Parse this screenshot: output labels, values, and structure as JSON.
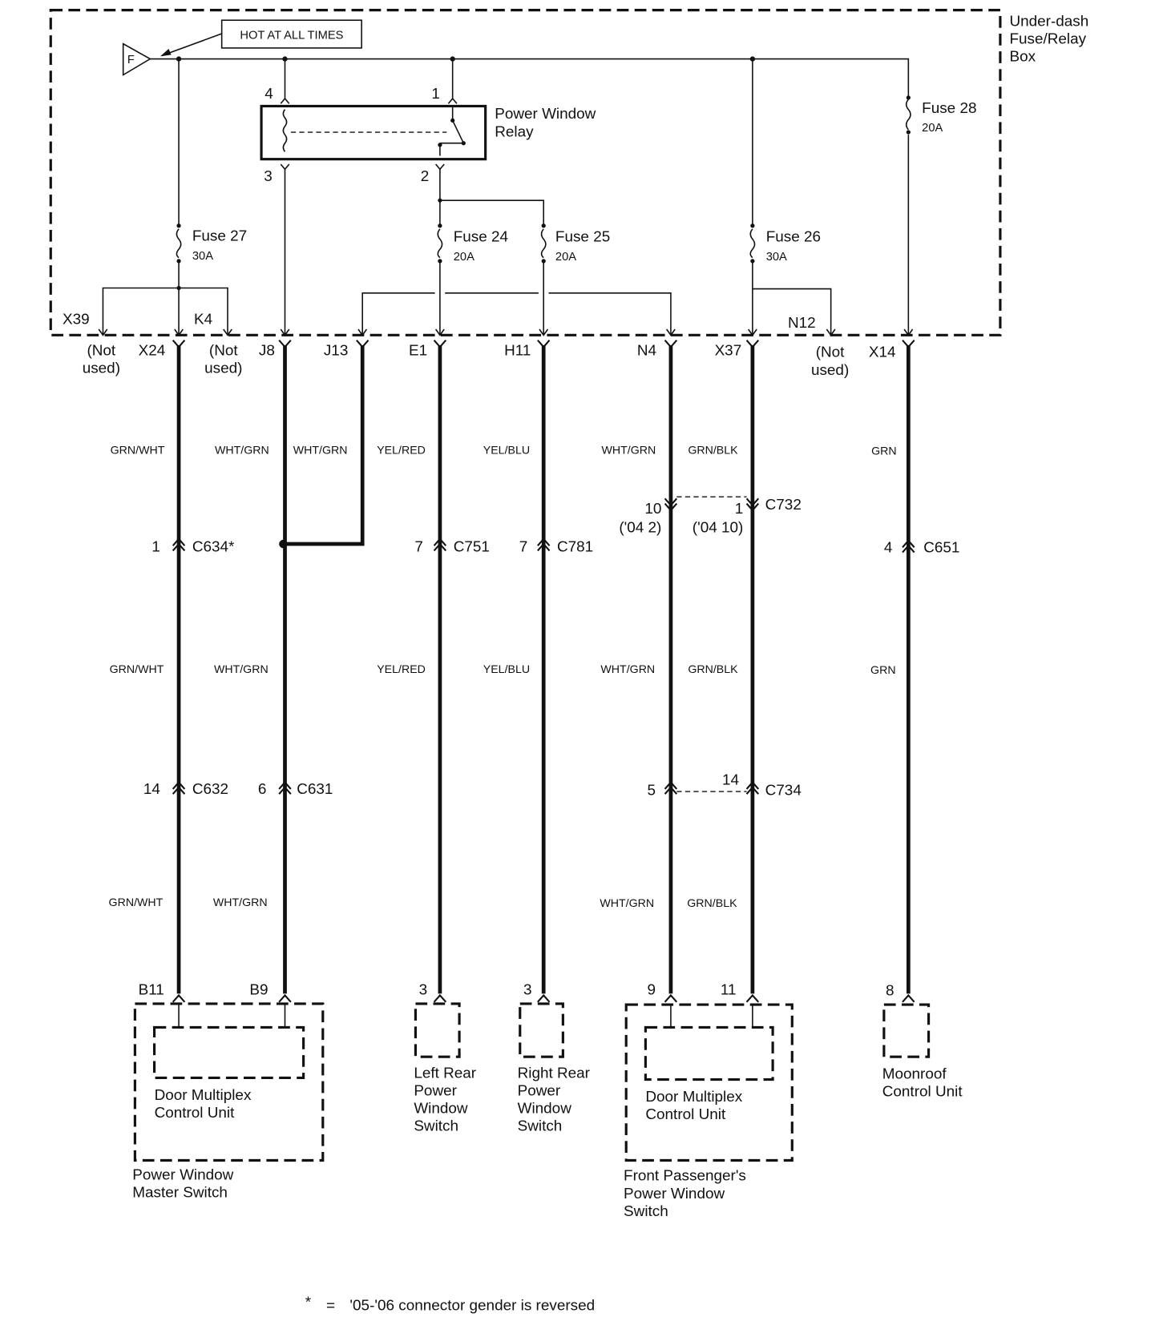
{
  "fuse_box": {
    "label": [
      "Under-dash",
      "Fuse/Relay",
      "Box"
    ],
    "hot_label": "HOT AT ALL TIMES",
    "source_symbol": "F",
    "relay": {
      "label": [
        "Power Window",
        "Relay"
      ],
      "pins": [
        "4",
        "1",
        "3",
        "2"
      ]
    },
    "fuses": [
      {
        "name": "Fuse 27",
        "rating": "30A"
      },
      {
        "name": "Fuse 24",
        "rating": "20A"
      },
      {
        "name": "Fuse 25",
        "rating": "20A"
      },
      {
        "name": "Fuse 26",
        "rating": "30A"
      },
      {
        "name": "Fuse 28",
        "rating": "20A"
      }
    ],
    "internal_terminals": [
      "X39",
      "K4",
      "N12"
    ],
    "not_used": [
      "(Not",
      "used)"
    ],
    "terminals": [
      "X24",
      "J8",
      "J13",
      "E1",
      "H11",
      "N4",
      "X37",
      "X14"
    ]
  },
  "wire_colors": {
    "row1": [
      "GRN/WHT",
      "WHT/GRN",
      "WHT/GRN",
      "YEL/RED",
      "YEL/BLU",
      "WHT/GRN",
      "GRN/BLK",
      "GRN"
    ],
    "row2": [
      "GRN/WHT",
      "WHT/GRN",
      "YEL/RED",
      "YEL/BLU",
      "WHT/GRN",
      "GRN/BLK",
      "GRN"
    ],
    "row3": [
      "GRN/WHT",
      "WHT/GRN",
      "WHT/GRN",
      "GRN/BLK"
    ]
  },
  "connectors": {
    "c634": {
      "name": "C634*",
      "pin": "1"
    },
    "c751": {
      "name": "C751",
      "pin": "7"
    },
    "c781": {
      "name": "C781",
      "pin": "7"
    },
    "c732": {
      "name": "C732",
      "pin_a": "10",
      "pin_a_alt": "('04 2)",
      "pin_b": "1",
      "pin_b_alt": "('04 10)"
    },
    "c651": {
      "name": "C651",
      "pin": "4"
    },
    "c632": {
      "name": "C632",
      "pin": "14"
    },
    "c631": {
      "name": "C631",
      "pin": "6"
    },
    "c734": {
      "name": "C734",
      "pin_a": "5",
      "pin_b": "14"
    }
  },
  "components": {
    "master_switch": {
      "pins": [
        "B11",
        "B9"
      ],
      "inner": [
        "Door Multiplex",
        "Control Unit"
      ],
      "label": [
        "Power Window",
        "Master Switch"
      ]
    },
    "left_rear": {
      "pin": "3",
      "label": [
        "Left Rear",
        "Power",
        "Window",
        "Switch"
      ]
    },
    "right_rear": {
      "pin": "3",
      "label": [
        "Right Rear",
        "Power",
        "Window",
        "Switch"
      ]
    },
    "passenger_switch": {
      "pins": [
        "9",
        "11"
      ],
      "inner": [
        "Door Multiplex",
        "Control Unit"
      ],
      "label": [
        "Front Passenger's",
        "Power Window",
        "Switch"
      ]
    },
    "moonroof": {
      "pin": "8",
      "label": [
        "Moonroof",
        "Control Unit"
      ]
    }
  },
  "footnote": {
    "star": "*",
    "equals": "=",
    "text": "'05-'06 connector gender is reversed"
  }
}
